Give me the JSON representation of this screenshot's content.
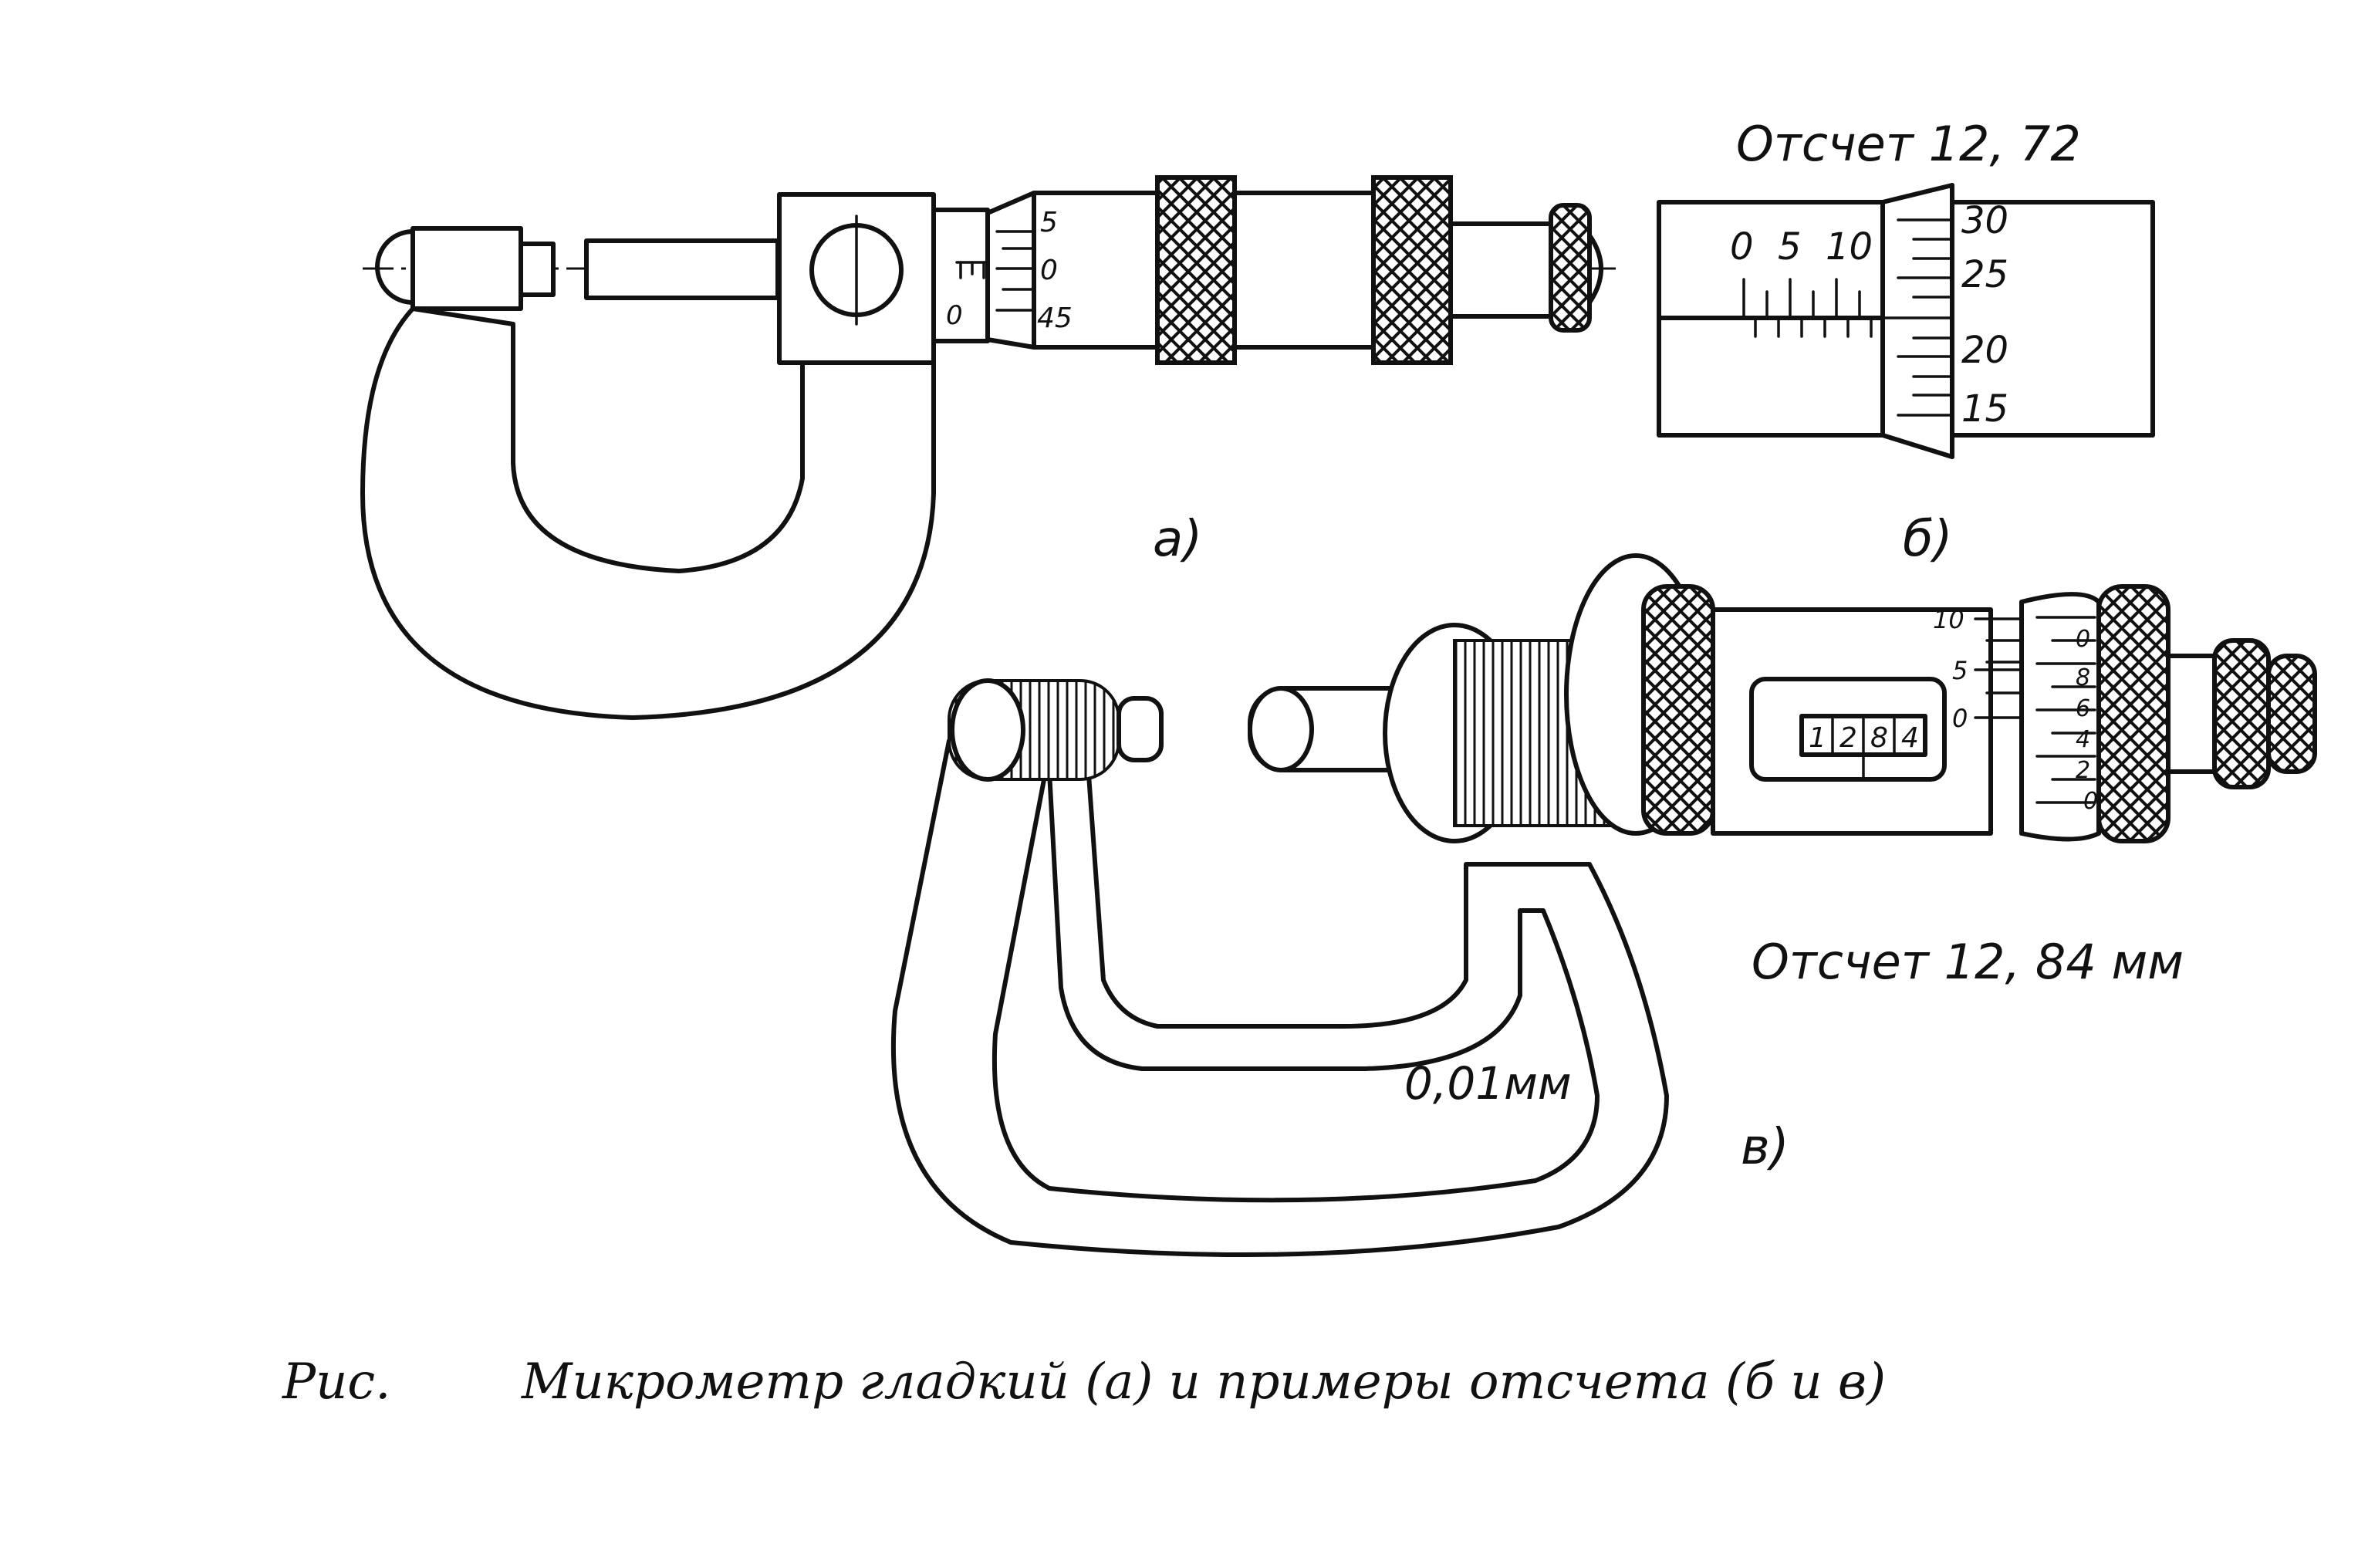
{
  "figure_a": {
    "label": "а)",
    "thimble_marks": [
      "5",
      "0",
      "45"
    ],
    "sleeve_mark": "0"
  },
  "figure_b": {
    "title": "Отсчет 12, 72",
    "label": "б)",
    "sleeve_marks": [
      "0",
      "5",
      "10"
    ],
    "thimble_marks": [
      "30",
      "25",
      "20",
      "15"
    ]
  },
  "figure_c": {
    "title": "Отсчет 12, 84 мм",
    "label": "в)",
    "frame_text": "0,01мм",
    "counter_digits": [
      "1",
      "2",
      "8",
      "4"
    ],
    "sleeve_marks": [
      "10",
      "5",
      "0"
    ],
    "thimble_marks": [
      "0",
      "8",
      "6",
      "4",
      "2",
      "0"
    ]
  },
  "caption": {
    "prefix": "Рис.",
    "text": "Микрометр гладкий (а) и примеры отсчета (б и в)"
  }
}
